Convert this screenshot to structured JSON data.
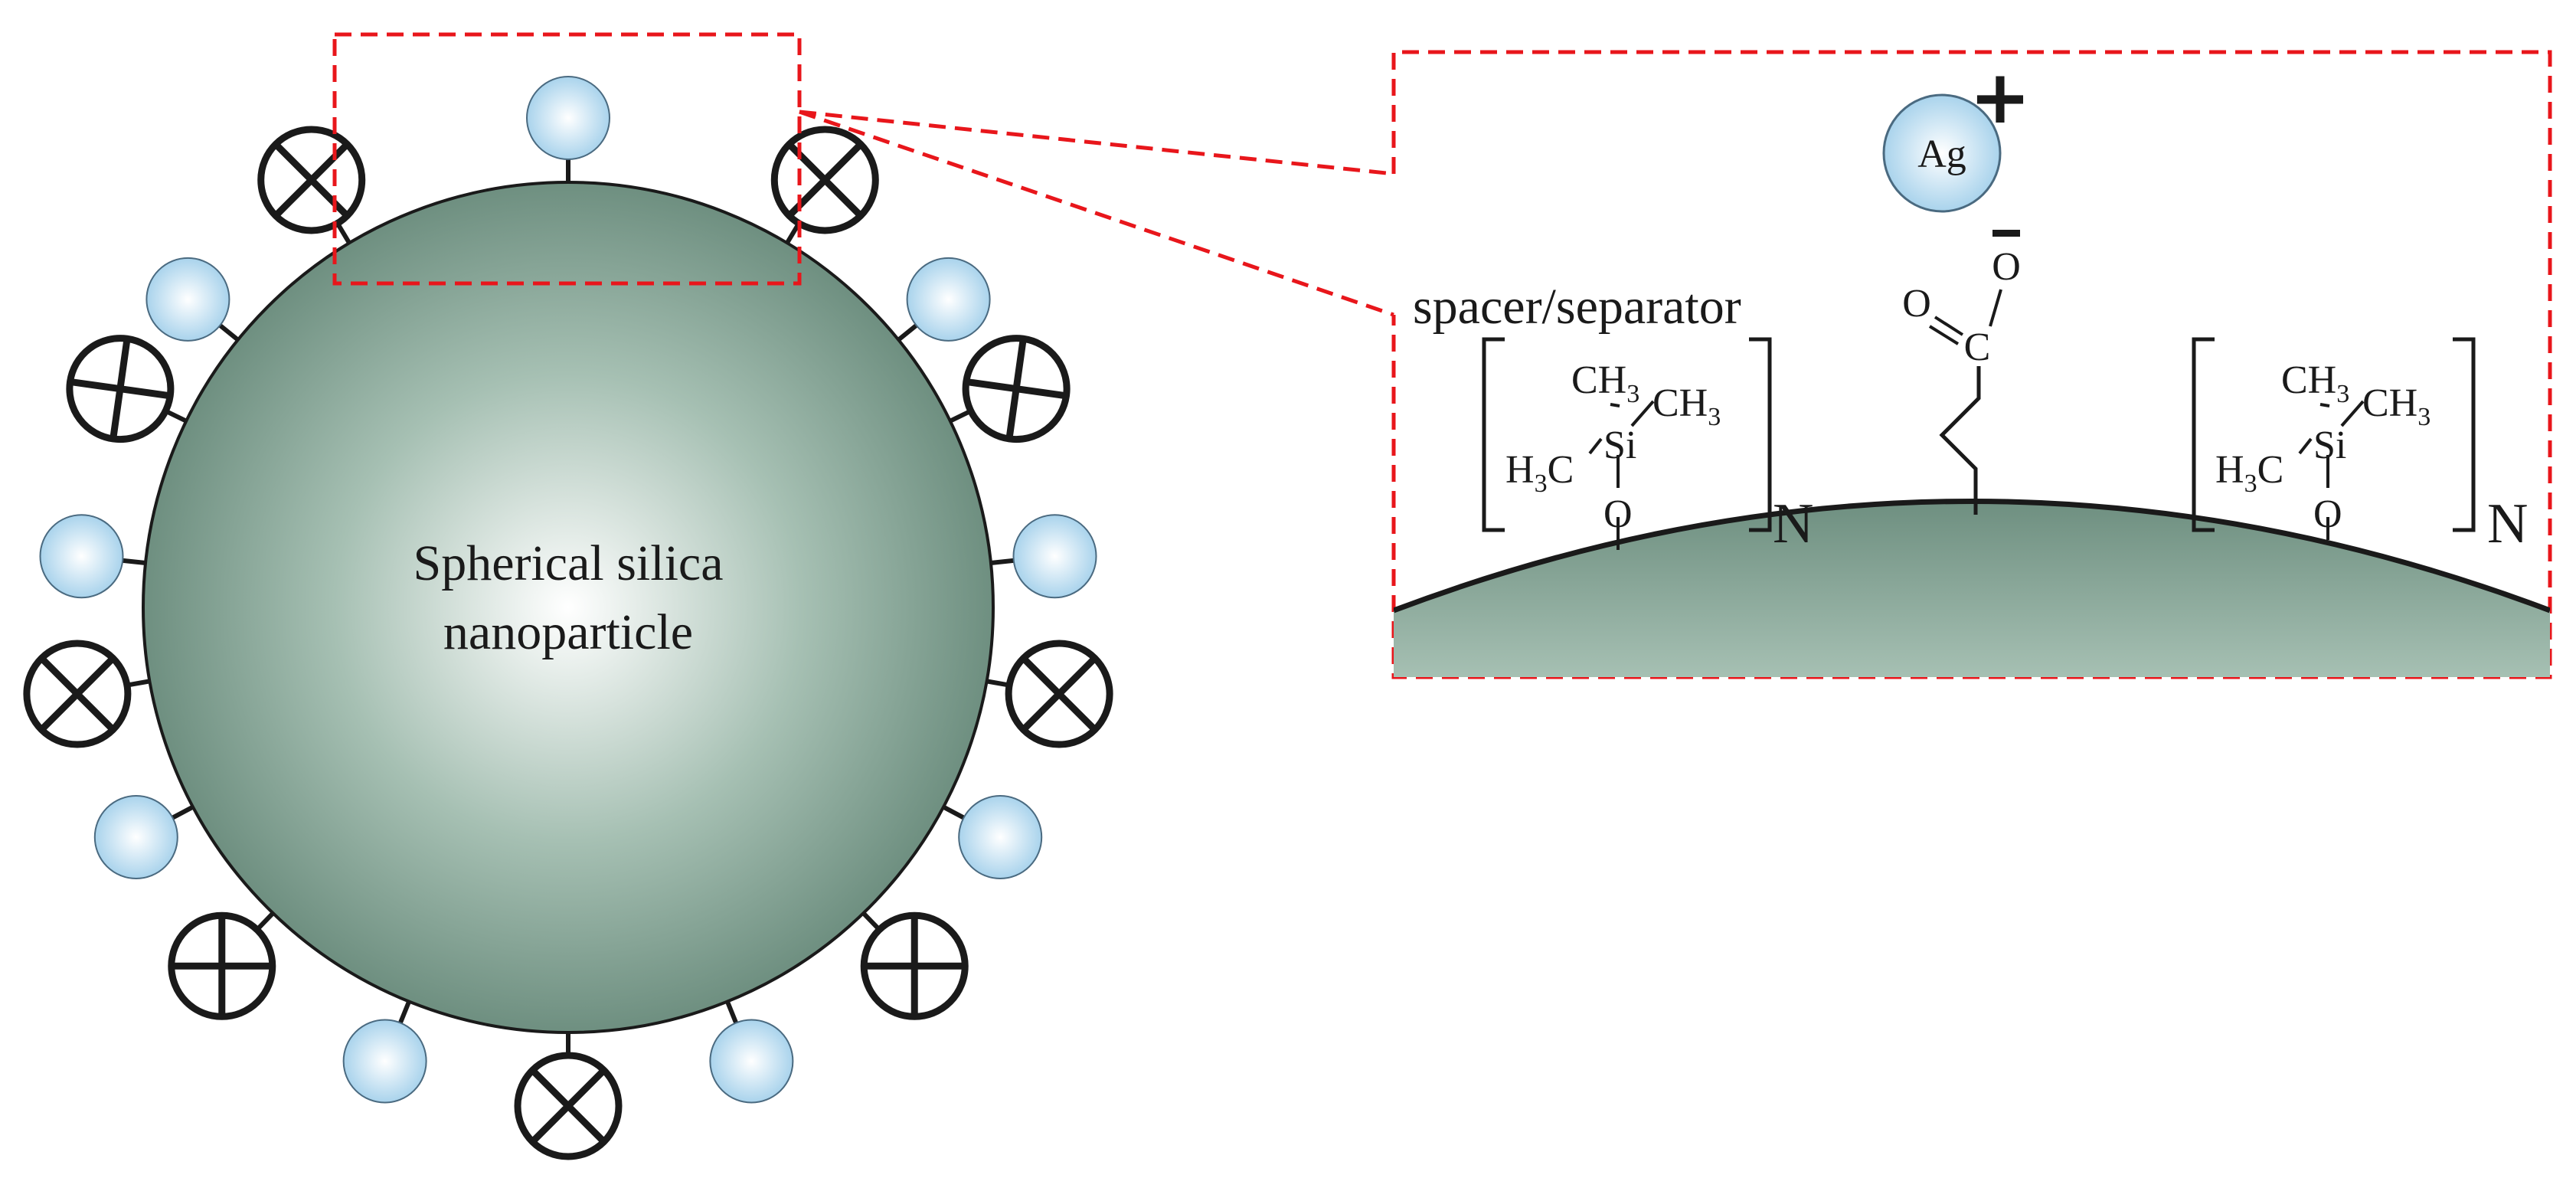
{
  "nanoparticle": {
    "label_line1": "Spherical silica",
    "label_line2": "nanoparticle"
  },
  "zoom_panel": {
    "spacer_label": "spacer/separator",
    "ion": {
      "symbol": "Ag",
      "charge": "+"
    },
    "carboxylate": {
      "O_double": "O",
      "C": "C",
      "O_single": "O",
      "charge": "−"
    },
    "spacer_group": {
      "ch3": "CH",
      "sub3": "3",
      "h3c_H": "H",
      "h3c_C": "C",
      "Si": "Si",
      "O": "O",
      "repeat": "N"
    }
  },
  "colors": {
    "particle_center": "#ffffff",
    "particle_mid": "#a6c0b3",
    "particle_edge": "#6e8f80",
    "bead_center": "#ffffff",
    "bead_edge": "#a9d3ec",
    "highlight_box": "#e8161b",
    "outline": "#1a1a1a"
  },
  "icons": {
    "cross_group": "cross-in-circle",
    "bead_group": "light-blue-sphere"
  }
}
